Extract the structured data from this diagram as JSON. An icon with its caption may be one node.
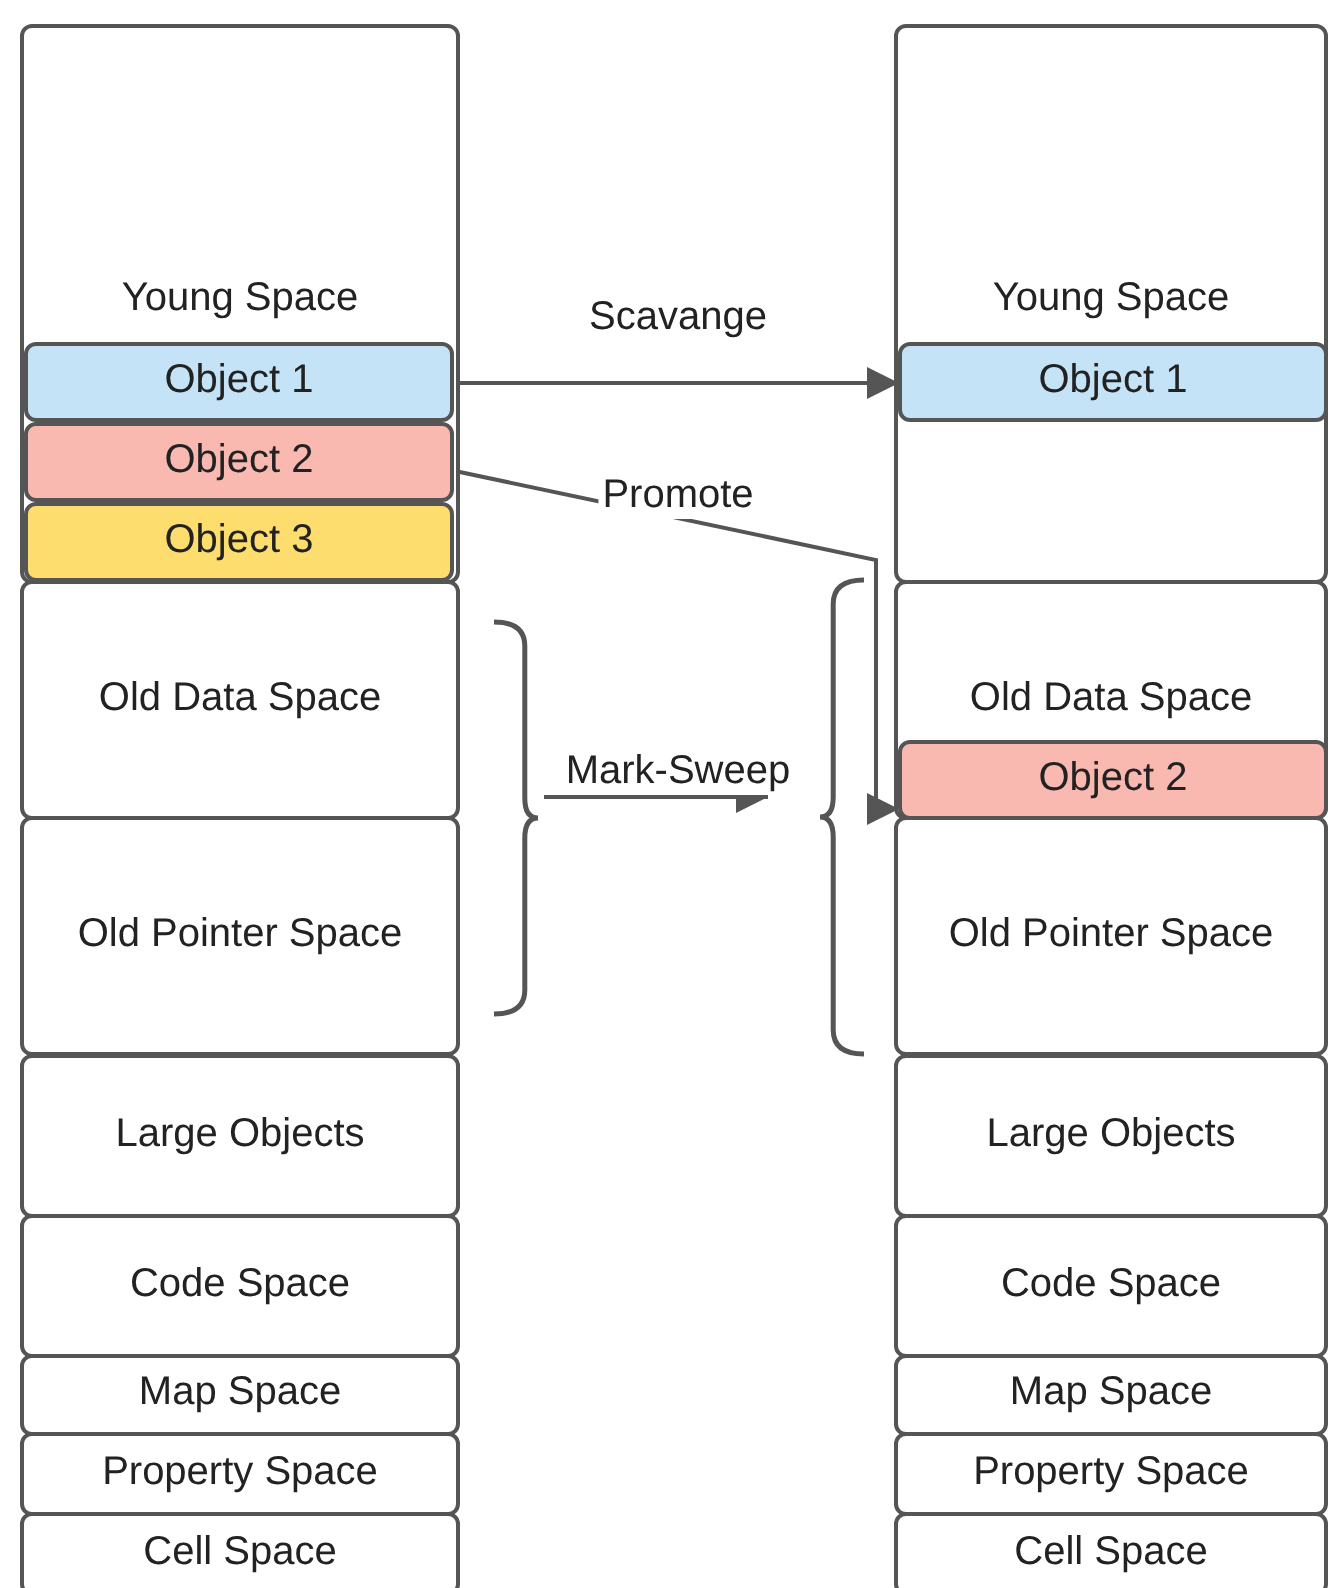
{
  "diagram": {
    "nodes": [
      {
        "text": [
          "Young Space"
        ]
      },
      {
        "text": [
          "Object 1"
        ],
        "in": 0
      },
      {
        "text": [
          "Object 2"
        ],
        "in": 0
      },
      {
        "text": [
          "Object 3"
        ],
        "in": 0
      },
      {
        "text": [
          "Old Data Space"
        ]
      },
      {
        "text": [
          "Old Pointer Space"
        ]
      },
      {
        "text": [
          "Large Objects"
        ]
      },
      {
        "text": [
          "Code Space"
        ]
      },
      {
        "text": [
          "Map Space"
        ]
      },
      {
        "text": [
          "Property Space"
        ]
      },
      {
        "text": [
          "Cell Space"
        ]
      },
      {
        "text": [],
        "shape": "brace"
      },
      {
        "text": [
          "Young Space"
        ]
      },
      {
        "text": [
          "Object 1"
        ],
        "in": 12
      },
      {
        "text": [],
        "shape": "brace"
      },
      {
        "text": [
          "Old Data Space"
        ]
      },
      {
        "text": [
          "Object 2"
        ],
        "in": 15
      },
      {
        "text": [
          "Old Pointer Space"
        ]
      },
      {
        "text": [
          "Large Objects"
        ]
      },
      {
        "text": [
          "Code Space"
        ]
      },
      {
        "text": [
          "Map Space"
        ]
      },
      {
        "text": [
          "Property Space"
        ]
      },
      {
        "text": [
          "Cell Space"
        ]
      }
    ],
    "edges": [
      {
        "from": 1,
        "to": 13,
        "arrow": "to",
        "label": "Scavange"
      },
      {
        "from": 2,
        "to": 16,
        "arrow": "to",
        "label": "Promote"
      },
      {
        "from": 11,
        "to": 14,
        "arrow": "to",
        "label": "Mark-Sweep"
      }
    ]
  }
}
